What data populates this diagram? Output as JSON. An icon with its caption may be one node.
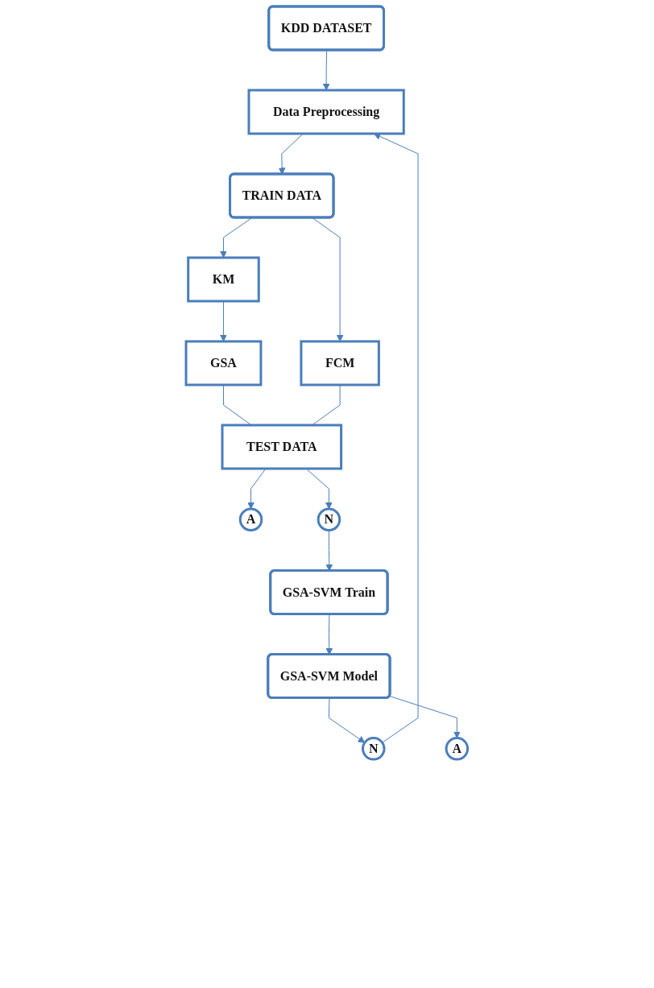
{
  "diagram": {
    "nodes": [
      {
        "text": [
          "KDD DATASET"
        ]
      },
      {
        "text": [
          "Data Preprocessing"
        ]
      },
      {
        "text": [
          "TRAIN DATA"
        ]
      },
      {
        "text": [
          "KM"
        ]
      },
      {
        "text": [
          "GSA"
        ]
      },
      {
        "text": [
          "FCM"
        ]
      },
      {
        "text": [
          "TEST DATA"
        ]
      },
      {
        "text": [
          "A"
        ]
      },
      {
        "text": [
          "N"
        ]
      },
      {
        "text": [
          "GSA-SVM Train"
        ]
      },
      {
        "text": [
          "GSA-SVM Model"
        ]
      },
      {
        "text": [
          "N"
        ]
      },
      {
        "text": [
          "A"
        ]
      }
    ],
    "edges": [
      {
        "from": 0,
        "to": 1,
        "arrow": "to"
      },
      {
        "from": 1,
        "to": 2,
        "arrow": "to"
      },
      {
        "from": 2,
        "to": 3,
        "arrow": "to"
      },
      {
        "from": 2,
        "to": 5,
        "arrow": "to"
      },
      {
        "from": 3,
        "to": 4,
        "arrow": "to"
      },
      {
        "from": 4,
        "to": 6,
        "arrow": "none"
      },
      {
        "from": 5,
        "to": 6,
        "arrow": "none"
      },
      {
        "from": 6,
        "to": 7,
        "arrow": "to"
      },
      {
        "from": 6,
        "to": 8,
        "arrow": "to"
      },
      {
        "from": 8,
        "to": 9,
        "arrow": "to"
      },
      {
        "from": 9,
        "to": 10,
        "arrow": "to"
      },
      {
        "from": 10,
        "to": 11,
        "arrow": "to"
      },
      {
        "from": 10,
        "to": 12,
        "arrow": "to"
      },
      {
        "from": 11,
        "to": 1,
        "arrow": "to"
      }
    ]
  }
}
